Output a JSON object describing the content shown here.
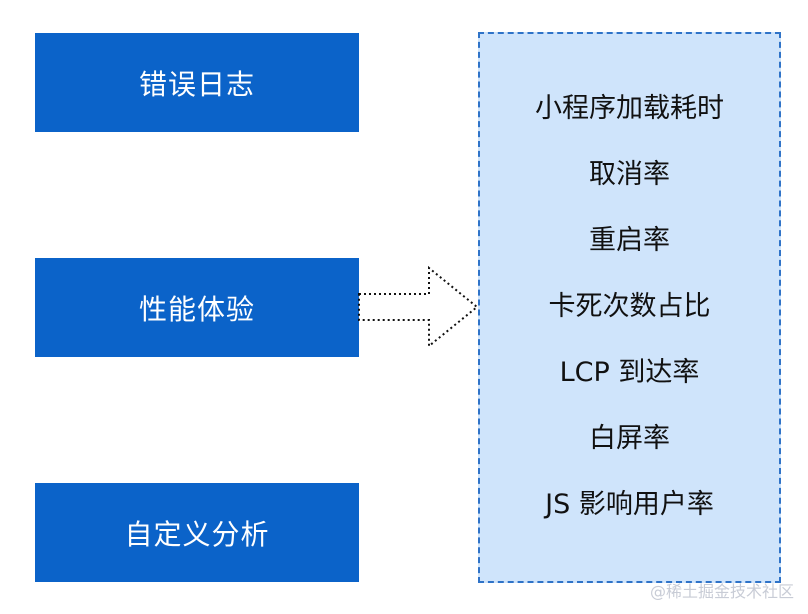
{
  "left_boxes": [
    {
      "label": "错误日志"
    },
    {
      "label": "性能体验"
    },
    {
      "label": "自定义分析"
    }
  ],
  "metrics": [
    {
      "label": "小程序加载耗时"
    },
    {
      "label": "取消率"
    },
    {
      "label": "重启率"
    },
    {
      "label": "卡死次数占比"
    },
    {
      "label": "LCP 到达率"
    },
    {
      "label": "白屏率"
    },
    {
      "label": "JS 影响用户率"
    }
  ],
  "watermark": "@稀土掘金技术社区",
  "colors": {
    "box_blue": "#0b63c9",
    "panel_fill": "#cfe4fb",
    "panel_border": "#2f73c8",
    "arrow_stroke": "#111111"
  }
}
